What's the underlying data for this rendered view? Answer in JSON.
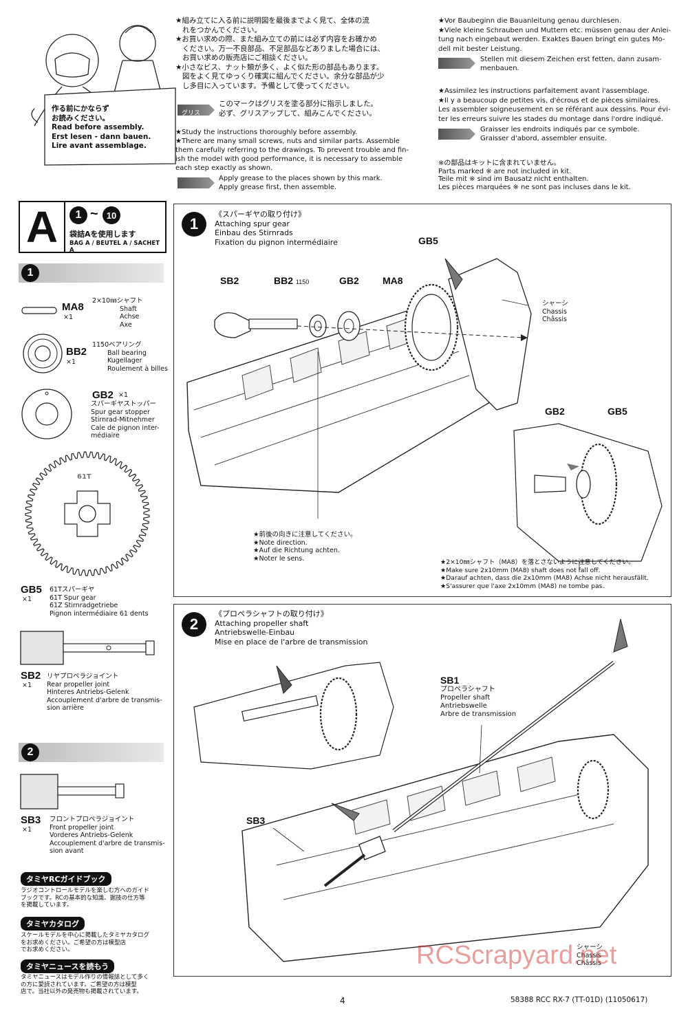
{
  "header": {
    "sign_lines": [
      "作る前にかならず",
      "お読みください。",
      "Read before assembly.",
      "Erst lesen - dann bauen.",
      "Lire avant assemblage."
    ],
    "jp_col": [
      "★組み立てに入る前に説明図を最後までよく見て、全体の流",
      "れをつかんでください。",
      "★お買い求めの際、また組み立ての前には必ず内容をお確かめ",
      "ください。万一不良部品、不足部品などありました場合には、",
      "お買い求めの販売店にご相談ください。",
      "★小さなビス、ナット類が多く、よく似た形の部品もあります。",
      "図をよく見てゆっくり確実に組んでください。余分な部品が少",
      "し多目に入っています。予備として使ってください。"
    ],
    "jp_grease_pill": "グリス",
    "jp_grease_text": [
      "このマークはグリスを塗る部分に指示しました。",
      "必ず、グリスアップして、組みこんでください。"
    ],
    "en_col": [
      "★Study the instructions thoroughly before assembly.",
      "★There are many small screws, nuts and similar parts. Assemble",
      "them carefully referring to the drawings. To prevent trouble and fin-",
      "ish the model with good performance, it is necessary to assemble",
      "each step exactly as shown."
    ],
    "en_grease_text": [
      "Apply grease to the places shown by this mark.",
      "Apply grease first, then assemble."
    ],
    "de_col": [
      "★Vor Baubeginn die Bauanleitung genau durchlesen.",
      "★Viele kleine Schrauben und Muttern etc. müssen genau der Anlei-",
      "tung nach eingebaut werden. Exaktes Bauen bringt ein gutes Mo-",
      "dell mit bester Leistung."
    ],
    "de_grease_text": [
      "Stellen mit diesem Zeichen erst fetten, dann zusam-",
      "menbauen."
    ],
    "fr_col": [
      "★Assimilez les instructions parfaitement avant l'assemblage.",
      "★Il y a beaucoup de petites vis, d'écrous et de pièces similaires.",
      "Les assembler soigneusement en se référant aux dessins. Pour évi-",
      "ter les erreurs suivre les stades du montage dans l'ordre indiqué."
    ],
    "fr_grease_text": [
      "Graisser les endroits indiqués par ce symbole.",
      "Graisser d'abord, assembler ensuite."
    ],
    "not_included": [
      "※の部品はキットに含まれていません。",
      "Parts marked ※ are not included in kit.",
      "Teile mit ※ sind im Bausatz nicht enthalten.",
      "Les pièces marquées ※ ne sont pas incluses dans le kit."
    ]
  },
  "bag": {
    "letter": "A",
    "range_from": "1",
    "range_to": "10",
    "tilde": "~",
    "jp": "袋詰Aを使用します",
    "label": "BAG A / BEUTEL A / SACHET A"
  },
  "parts_list": {
    "step1_number": "1",
    "step2_number": "2",
    "ma8": {
      "code": "MA8",
      "qty": "×1",
      "jp": "2×10㎜シャフト",
      "lines": [
        "Shaft",
        "Achse",
        "Axe"
      ]
    },
    "bb2": {
      "code": "BB2",
      "qty": "×1",
      "jp": "1150ベアリング",
      "lines": [
        "Ball bearing",
        "Kugellager",
        "Roulement à billes"
      ]
    },
    "gb2": {
      "code": "GB2",
      "qty": "×1",
      "jp": "スパーギヤストッパー",
      "lines": [
        "Spur gear stopper",
        "Stirnrad-Mitnehmer",
        "Cale de pignon inter-",
        "médiaire"
      ]
    },
    "gb5": {
      "code": "GB5",
      "qty": "×1",
      "jp": "61Tスパーギヤ",
      "lines": [
        "61T Spur gear",
        "61Z Stirnradgetriebe",
        "Pignon intermédiaire 61 dents"
      ],
      "gear_mark": "61T"
    },
    "sb2": {
      "code": "SB2",
      "qty": "×1",
      "jp": "リヤプロペラジョイント",
      "lines": [
        "Rear propeller joint",
        "Hinteres Antriebs-Gelenk",
        "Accouplement d'arbre de transmis-",
        "sion arrière"
      ]
    },
    "sb3": {
      "code": "SB3",
      "qty": "×1",
      "jp": "フロントプロペラジョイント",
      "lines": [
        "Front propeller joint",
        "Vorderes Antriebs-Gelenk",
        "Accouplement d'arbre de transmis-",
        "sion avant"
      ]
    }
  },
  "info": {
    "guide_title": "タミヤRCガイドブック",
    "guide_text": [
      "ラジオコントロールモデルを楽しむ方へのガイド",
      "ブックです。RCの基本的な知識、据技の仕方等",
      "を掲載しています。"
    ],
    "catalog_title": "タミヤカタログ",
    "catalog_text": [
      "スケールモデルを中心に掲載したタミヤカタログ",
      "をお求めください。ご希望の方は模型店",
      "でお求めください。"
    ],
    "news_title": "タミヤニュースを読もう",
    "news_text": [
      "タミヤニュースはモデル作りの情報誌として多く",
      "の方に愛読されています。ご希望の方は模型",
      "店で。当社以外の発売物も掲載されています。"
    ]
  },
  "step1": {
    "number": "1",
    "title_jp": "《スパーギヤの取り付け》",
    "title_en": "Attaching spur gear",
    "title_de": "Einbau des Stirnrads",
    "title_fr": "Fixation du pignon intermédiaire",
    "labels": {
      "sb2": "SB2",
      "bb2": "BB2",
      "bb2_size": "1150",
      "gb2": "GB2",
      "ma8": "MA8",
      "gb5": "GB5",
      "gb2_inset": "GB2",
      "gb5_inset": "GB5"
    },
    "chassis": [
      "シャーシ",
      "Chassis",
      "Châssis"
    ],
    "note_direction": [
      "★前後の向きに注意してください。",
      "★Note direction.",
      "★Auf die Richtung achten.",
      "★Noter le sens."
    ],
    "note_shaft": [
      "★2×10㎜シャフト（MA8）を落とさないように注意してください。",
      "★Make sure 2x10mm (MA8) shaft does not fall off.",
      "★Darauf achten, dass die 2x10mm (MA8) Achse nicht herausfällt.",
      "★S'assurer que l'axe 2x10mm (MA8) ne tombe pas."
    ]
  },
  "step2": {
    "number": "2",
    "title_jp": "《プロペラシャフトの取り付け》",
    "title_en": "Attaching propeller shaft",
    "title_de": "Antriebswelle-Einbau",
    "title_fr": "Mise en place de l'arbre de transmission",
    "sb1": [
      "SB1",
      "プロペラシャフト",
      "Propeller shaft",
      "Antriebswelle",
      "Arbre de transmission"
    ],
    "sb3": "SB3",
    "chassis": [
      "シャーシ",
      "Chassis",
      "Châssis"
    ]
  },
  "footer": {
    "page": "4",
    "code": "58388 RCC RX-7 (TT-01D) (11050617)",
    "watermark": "RCScrapyard.net"
  }
}
